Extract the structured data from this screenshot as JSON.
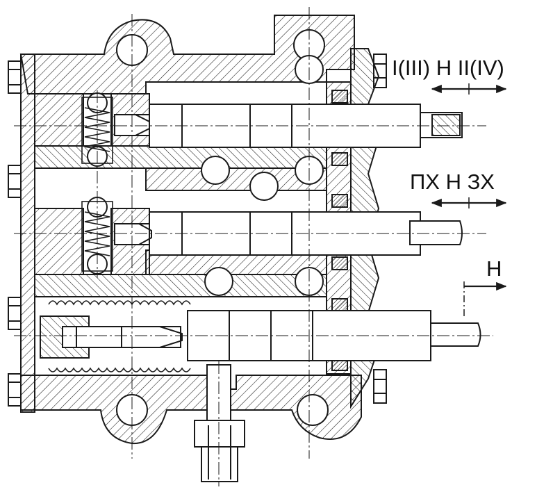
{
  "labels": {
    "shift_top": "I(III)  H  II(IV)",
    "shift_mid": "ПХ  H  ЗХ",
    "shift_bottom": "H"
  },
  "colors": {
    "ink": "#1a1a1a",
    "paper": "#ffffff"
  }
}
